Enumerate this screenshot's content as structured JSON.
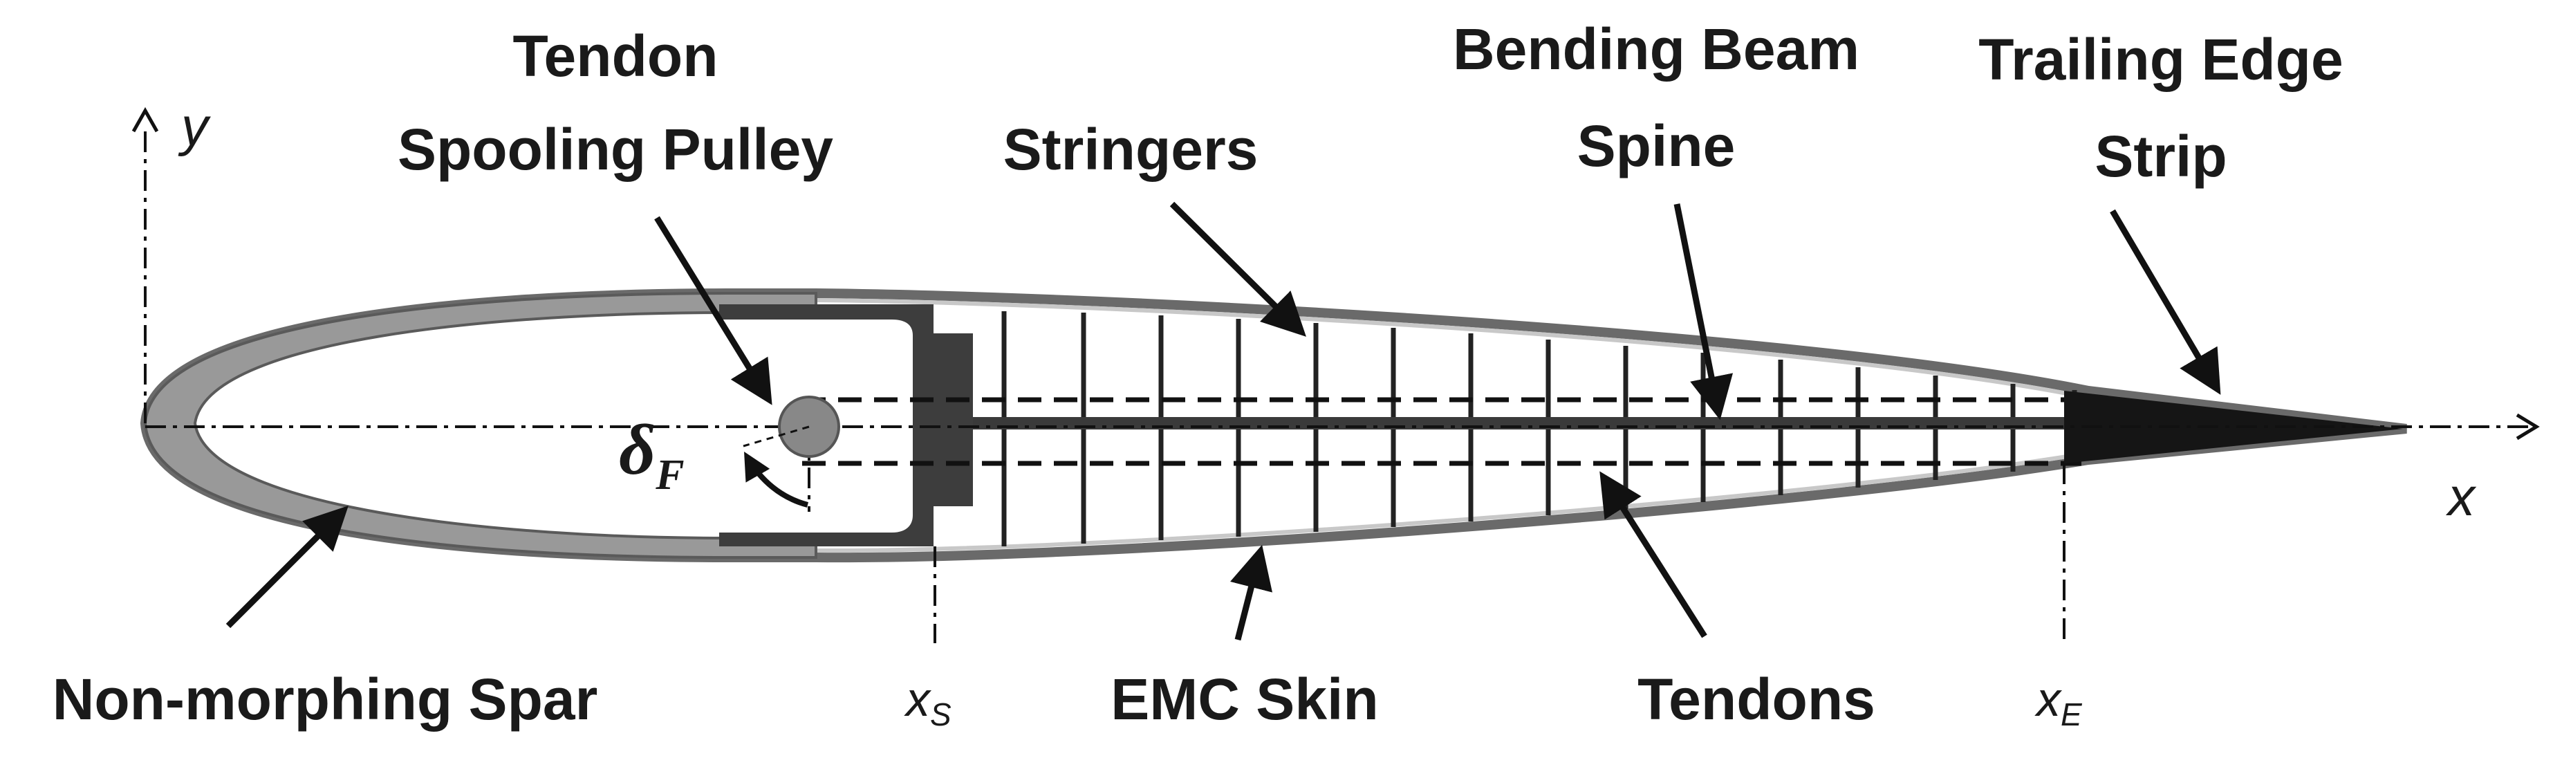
{
  "labels": {
    "tendon_pulley_line1": "Tendon",
    "tendon_pulley_line2": "Spooling Pulley",
    "stringers": "Stringers",
    "bending_beam_line1": "Bending Beam",
    "bending_beam_line2": "Spine",
    "trailing_edge_line1": "Trailing Edge",
    "trailing_edge_line2": "Strip",
    "non_morphing_spar": "Non-morphing Spar",
    "emc_skin": "EMC Skin",
    "tendons": "Tendons"
  },
  "axes": {
    "x": "x",
    "y": "y",
    "xs_main": "x",
    "xs_sub": "S",
    "xe_main": "x",
    "xe_sub": "E"
  },
  "symbols": {
    "delta": "δ",
    "delta_sub": "F"
  },
  "colors": {
    "skin": "#a9a9a9",
    "spar": "#8c8c8c",
    "dark": "#3c3c3c",
    "black": "#111111"
  }
}
